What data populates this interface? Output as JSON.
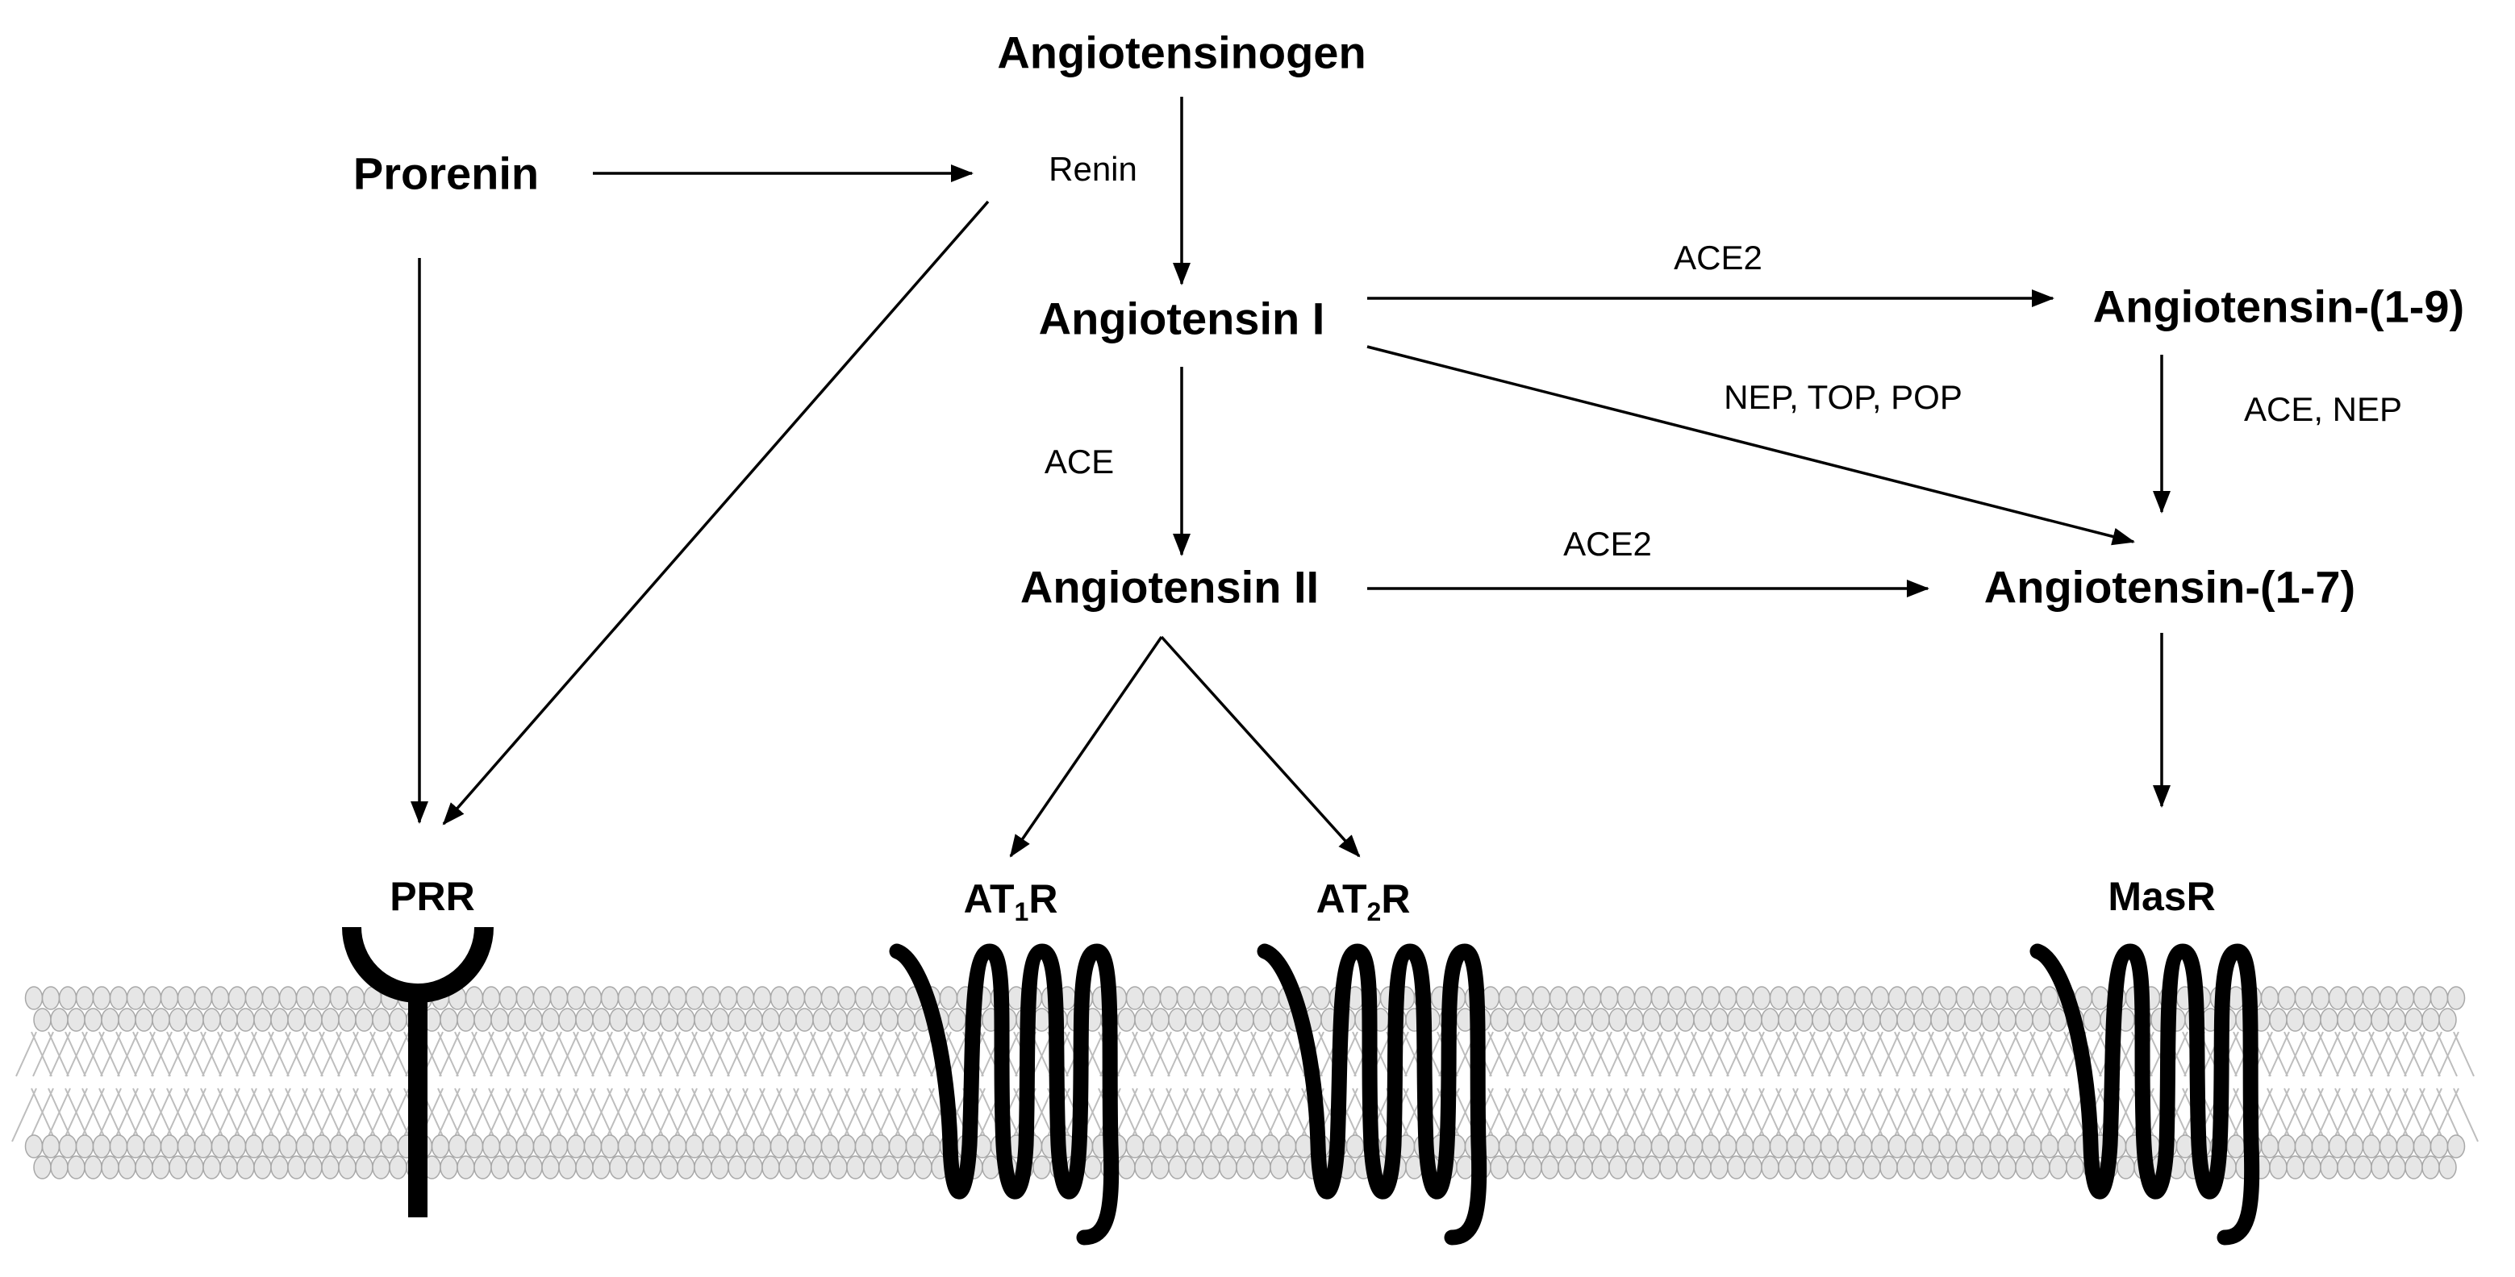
{
  "molecules": {
    "angiotensinogen": "Angiotensinogen",
    "prorenin": "Prorenin",
    "angiotensin_i": "Angiotensin I",
    "angiotensin_ii": "Angiotensin II",
    "angiotensin_1_9": "Angiotensin-(1-9)",
    "angiotensin_1_7": "Angiotensin-(1-7)"
  },
  "enzymes": {
    "renin": "Renin",
    "ace2_top": "ACE2",
    "nep_top_pop": "NEP, TOP, POP",
    "ace_nep": "ACE, NEP",
    "ace": "ACE",
    "ace2_bottom": "ACE2"
  },
  "receptors": {
    "prr": "PRR",
    "at1r": {
      "prefix": "AT",
      "sub": "1",
      "suffix": "R"
    },
    "at2r": {
      "prefix": "AT",
      "sub": "2",
      "suffix": "R"
    },
    "masr": "MasR"
  },
  "colors": {
    "ink": "#000000",
    "membrane_head_fill": "#e6e6e6",
    "membrane_head_stroke": "#a8a8a8",
    "membrane_tail": "#bdbdbd"
  }
}
